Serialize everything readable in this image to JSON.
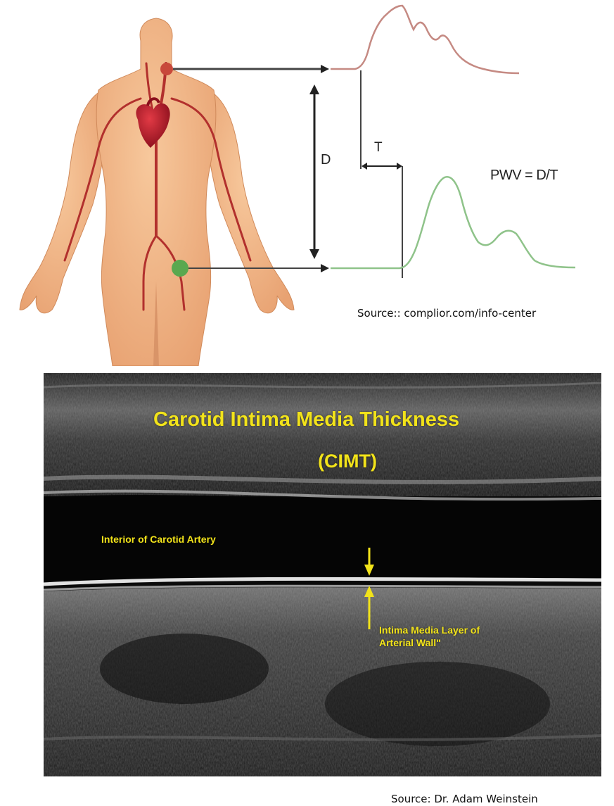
{
  "pwv_diagram": {
    "label_d": "D",
    "label_t": "T",
    "formula": "PWV = D/T",
    "source": "Source:: complior.com/info-center"
  },
  "ultrasound": {
    "title": "Carotid Intima Media Thickness",
    "subtitle": "(CIMT)",
    "interior_label": "Interior of Carotid Artery",
    "layer_label_line1": "Intima Media Layer of",
    "layer_label_line2": "Arterial Wall\""
  },
  "bottom_source": "Source: Dr. Adam Weinstein",
  "colors": {
    "skin": "#f2b98a",
    "artery": "#b2302d",
    "heart": "#b3172a",
    "carotid_wave": "#c58a83",
    "femoral_wave": "#8fc38a",
    "femoral_dot": "#5aa84f",
    "annotation_yellow": "#f2e31a"
  }
}
